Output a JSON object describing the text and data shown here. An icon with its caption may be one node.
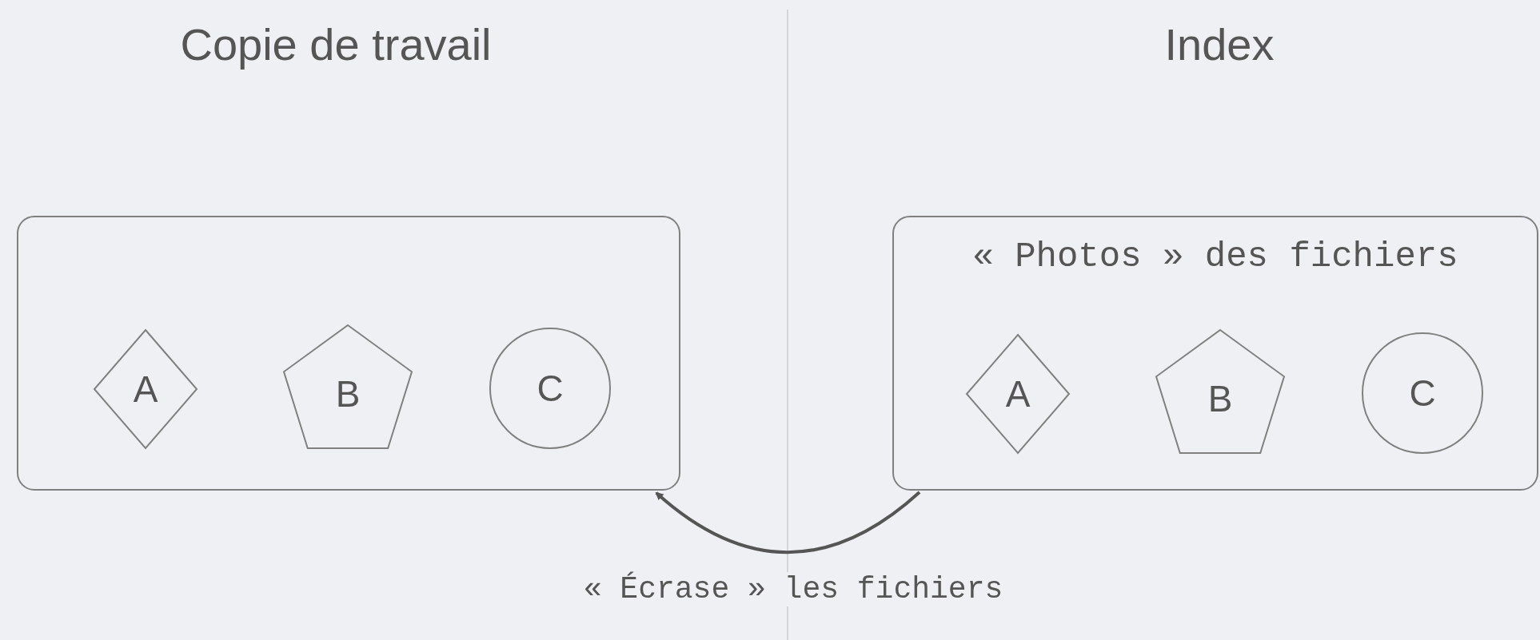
{
  "diagram": {
    "nodes": [
      {
        "text": [],
        "shape": "box"
      },
      {
        "text": [
          "A"
        ],
        "in": 0
      },
      {
        "text": [
          "B"
        ],
        "in": 0
      },
      {
        "text": [
          "C"
        ],
        "in": 0
      },
      {
        "text": [
          "« Photos » des fichiers"
        ]
      },
      {
        "text": [
          "A"
        ],
        "in": 4
      },
      {
        "text": [
          "B"
        ],
        "in": 4
      },
      {
        "text": [
          "C"
        ],
        "in": 4
      }
    ],
    "edges": [
      {
        "from": 4,
        "to": 0,
        "arrow": "to",
        "label": "« Écrase » les fichiers"
      }
    ],
    "labels": [
      "Copie de travail",
      "Index"
    ]
  }
}
